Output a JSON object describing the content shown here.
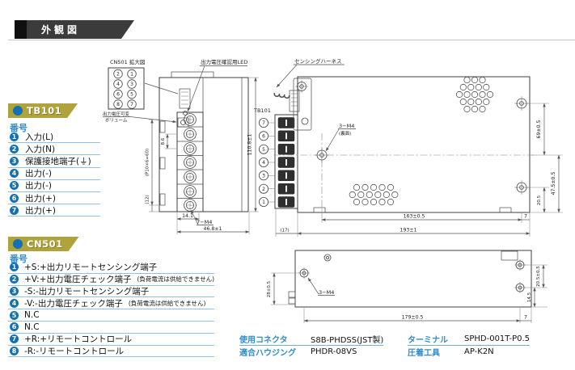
{
  "header": {
    "title": "外観図"
  },
  "tb101": {
    "badge": "TB101",
    "col_header": "番号",
    "items": [
      {
        "num": "1",
        "label": "入力(L)"
      },
      {
        "num": "2",
        "label": "入力(N)"
      },
      {
        "num": "3",
        "label": "保護接地端子(⏚)"
      },
      {
        "num": "4",
        "label": "出力(-)"
      },
      {
        "num": "5",
        "label": "出力(-)"
      },
      {
        "num": "6",
        "label": "出力(+)"
      },
      {
        "num": "7",
        "label": "出力(+)"
      }
    ]
  },
  "cn501": {
    "badge": "CN501",
    "col_header": "番号",
    "items": [
      {
        "num": "1",
        "label": "+S:+出力リモートセンシング端子",
        "note": ""
      },
      {
        "num": "2",
        "label": "+V:+出力電圧チェック端子",
        "note": "(負荷電流は供給できません)"
      },
      {
        "num": "3",
        "label": "-S:-出力リモートセンシング端子",
        "note": ""
      },
      {
        "num": "4",
        "label": "-V:-出力電圧チェック端子",
        "note": "(負荷電流は供給できません)"
      },
      {
        "num": "5",
        "label": "N.C",
        "note": ""
      },
      {
        "num": "6",
        "label": "N.C",
        "note": ""
      },
      {
        "num": "7",
        "label": "+R:+リモートコントロール",
        "note": ""
      },
      {
        "num": "8",
        "label": "-R:-リモートコントロール",
        "note": ""
      }
    ]
  },
  "front_view": {
    "detail_label": "CN501 拡大図",
    "pins": [
      "2",
      "1",
      "4",
      "3",
      "6",
      "5",
      "8",
      "7"
    ],
    "led_label": "出力電圧確認用LED",
    "volume_label_line1": "出力電圧可変",
    "volume_label_line2": "ボリューム",
    "dim_pitch": "(P10×6=60)",
    "dim_86": "8.6",
    "dim_12": "(12)",
    "dim_height": "110.8±1",
    "dim_141": "14.1",
    "dim_width": "46.8±1",
    "screw_label": "7−M4"
  },
  "top_view": {
    "harness_label": "センシングハーネス",
    "tb_label": "TB101",
    "tb_pins": [
      "7",
      "6",
      "5",
      "4",
      "3",
      "2",
      "1"
    ],
    "screw_label": "3−M4",
    "screw_note": "(裏面)",
    "dim_69": "69±0.5",
    "dim_475": "47.5±0.5",
    "dim_205": "20.5",
    "dim_7": "7",
    "dim_163": "163±0.5",
    "dim_193": "193±1",
    "dim_17": "(17)"
  },
  "side_view": {
    "screw_label": "3−M4",
    "dim_28": "28±0.5",
    "dim_179": "179±0.5",
    "dim_7": "7",
    "dim_205": "20.5±0.5",
    "dim_145": "14.5"
  },
  "connector_table": {
    "col1": [
      {
        "label": "使用コネクタ",
        "value": "S8B-PHDSS(JST製)"
      },
      {
        "label": "適合ハウジング",
        "value": "PHDR-08VS"
      }
    ],
    "col2": [
      {
        "label": "ターミナル",
        "value": "SPHD-001T-P0.5"
      },
      {
        "label": "圧着工具",
        "value": "AP-K2N"
      }
    ]
  },
  "colors": {
    "accent_blue": "#1470b4",
    "badge_gold": "#b1a33c",
    "label_blue": "#2f8dcc",
    "banner_dark": "#3b3b3b"
  }
}
